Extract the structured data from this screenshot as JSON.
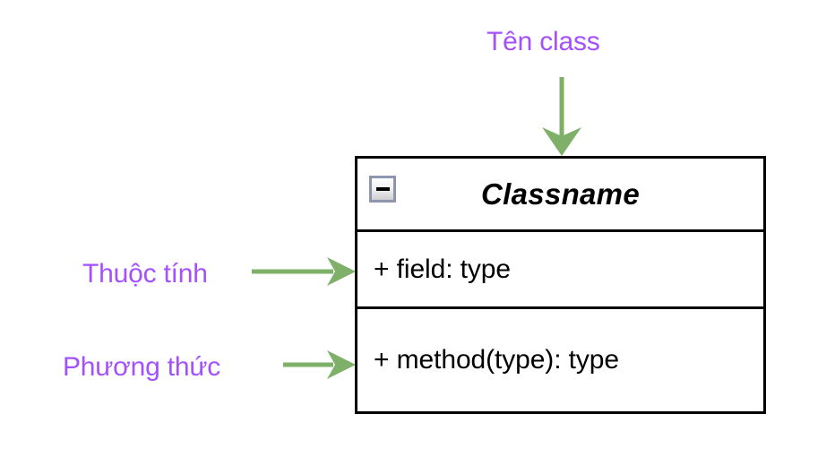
{
  "diagram": {
    "type": "uml-class-diagram",
    "background_color": "#ffffff",
    "annotation_color": "#a550ff",
    "arrow_color": "#7fb069",
    "border_color": "#000000"
  },
  "annotations": [
    {
      "id": "class-name",
      "label": "Tên class",
      "points_to": "class-title"
    },
    {
      "id": "attributes",
      "label": "Thuộc tính",
      "points_to": "class-fields-compartment"
    },
    {
      "id": "methods",
      "label": "Phương thức",
      "points_to": "class-methods-compartment"
    }
  ],
  "uml_class": {
    "title": "Classname",
    "collapse_icon": "minus-icon",
    "fields": [
      {
        "visibility": "+",
        "text": "+ field: type"
      }
    ],
    "methods": [
      {
        "visibility": "+",
        "text": "+ method(type): type"
      }
    ]
  }
}
